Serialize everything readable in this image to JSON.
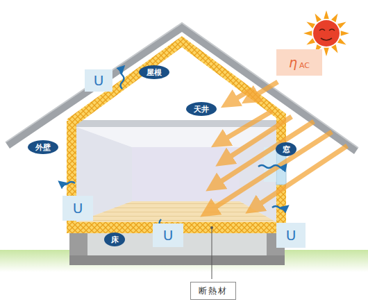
{
  "diagram": {
    "nodes": [
      {
        "text": [
          "U"
        ]
      },
      {
        "text": [
          "屋根"
        ]
      },
      {
        "text": [
          "η",
          "AC"
        ]
      },
      {
        "text": [
          "天井"
        ]
      },
      {
        "text": [
          "外壁"
        ]
      },
      {
        "text": [
          "窓"
        ]
      },
      {
        "text": [
          "U"
        ]
      },
      {
        "text": [
          "U"
        ]
      },
      {
        "text": [
          "床"
        ]
      },
      {
        "text": [
          "U"
        ]
      },
      {
        "text": [
          "断熱材"
        ]
      }
    ]
  }
}
